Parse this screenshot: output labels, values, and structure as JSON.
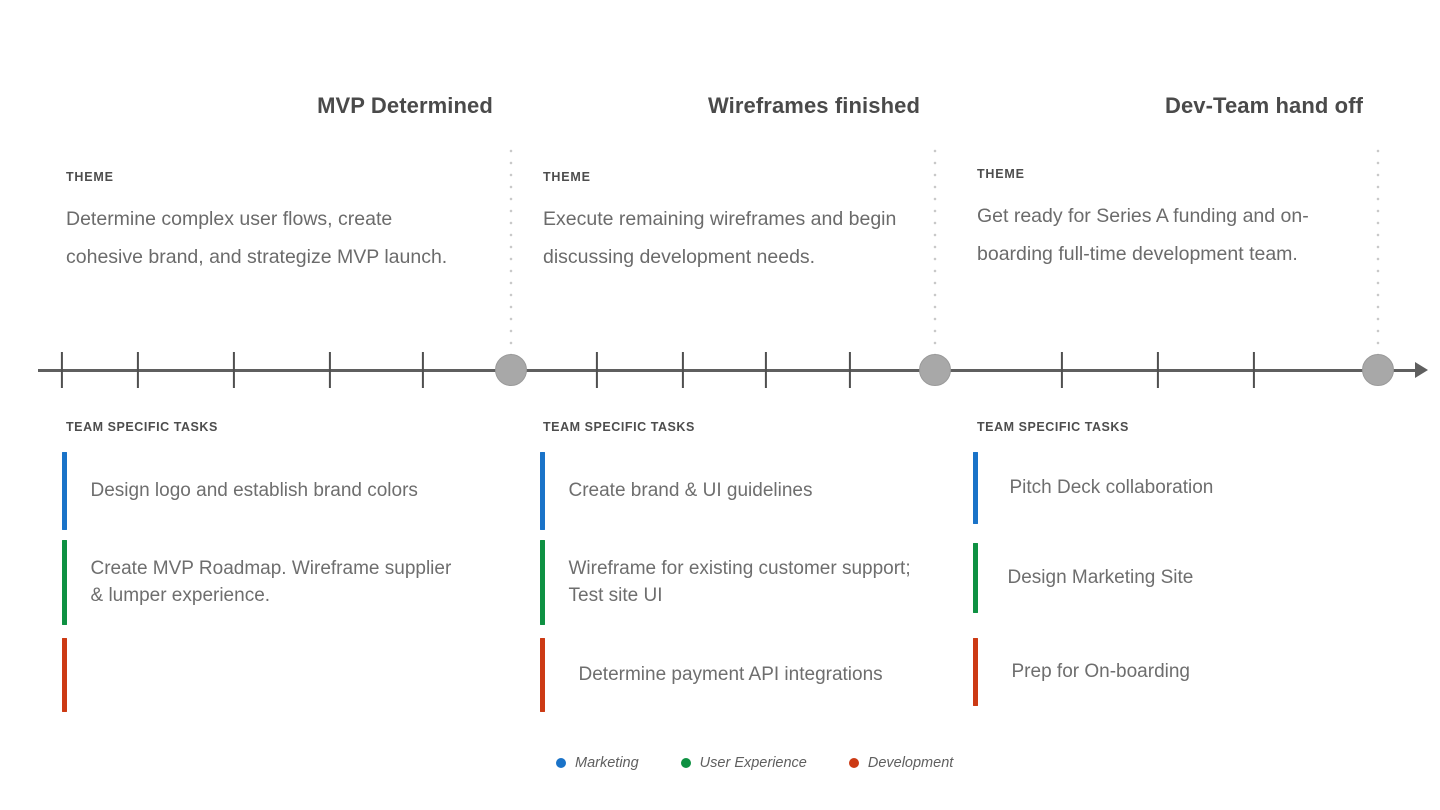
{
  "chart_data": {
    "type": "timeline",
    "title": "",
    "axis": {
      "orientation": "horizontal",
      "arrow_direction": "right",
      "tick_count": 15,
      "grid": false
    },
    "milestones": [
      {
        "label": "MVP Determined",
        "position_index": 5,
        "theme_label": "THEME",
        "theme_text": "Determine complex user flows, create cohesive brand, and strategize MVP launch.",
        "tasks_label": "TEAM SPECIFIC TASKS",
        "tasks": [
          {
            "team": "Marketing",
            "color": "#1a73c8",
            "text": "Design logo and establish brand colors"
          },
          {
            "team": "User Experience",
            "color": "#0e9142",
            "text": "Create MVP Roadmap. Wireframe supplier & lumper experience."
          },
          {
            "team": "Development",
            "color": "#cc3a14",
            "text": ""
          }
        ]
      },
      {
        "label": "Wireframes finished",
        "position_index": 10,
        "theme_label": "THEME",
        "theme_text": "Execute remaining wireframes and begin discussing development needs.",
        "tasks_label": "TEAM SPECIFIC TASKS",
        "tasks": [
          {
            "team": "Marketing",
            "color": "#1a73c8",
            "text": "Create brand & UI guidelines"
          },
          {
            "team": "User Experience",
            "color": "#0e9142",
            "text": "Wireframe for existing customer support; Test site UI"
          },
          {
            "team": "Development",
            "color": "#cc3a14",
            "text": "Determine payment  API integrations"
          }
        ]
      },
      {
        "label": "Dev-Team hand off",
        "position_index": 15,
        "theme_label": "THEME",
        "theme_text": "Get ready for Series A funding and on-boarding full-time development team.",
        "tasks_label": "TEAM SPECIFIC TASKS",
        "tasks": [
          {
            "team": "Marketing",
            "color": "#1a73c8",
            "text": "Pitch Deck  collaboration"
          },
          {
            "team": "User Experience",
            "color": "#0e9142",
            "text": "Design Marketing Site"
          },
          {
            "team": "Development",
            "color": "#cc3a14",
            "text": "Prep for On-boarding"
          }
        ]
      }
    ],
    "legend": {
      "position": "bottom-center",
      "entries": [
        {
          "label": "Marketing",
          "color": "#1a73c8"
        },
        {
          "label": "User Experience",
          "color": "#0e9142"
        },
        {
          "label": "Development",
          "color": "#cc3a14"
        }
      ]
    }
  },
  "colors": {
    "marketing": "#1a73c8",
    "user_experience": "#0e9142",
    "development": "#cc3a14",
    "axis": "#5f5f5f",
    "milestone_dot": "#a8a8a8",
    "connector": "#c9c9c9",
    "title_text": "#4a4a4a",
    "body_text": "#6b6b6b"
  }
}
